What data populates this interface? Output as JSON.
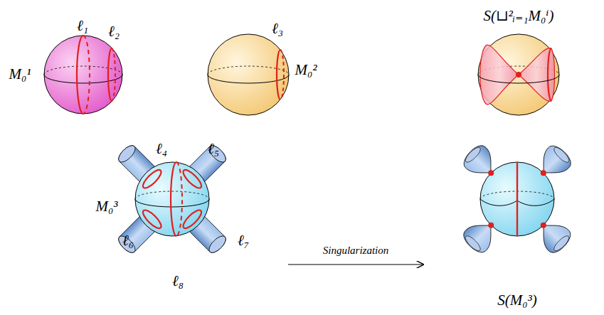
{
  "diagram": {
    "labels": [
      "ℓ₁",
      "ℓ₂",
      "M₀¹",
      "ℓ₃",
      "M₀²",
      "S(⊔²ᵢ₌₁M₀ⁱ)",
      "ℓ₄",
      "ℓ₅",
      "M₀³",
      "ℓ₆",
      "ℓ₇",
      "ℓ₈",
      "Singularization",
      "S(M₀³)"
    ]
  }
}
